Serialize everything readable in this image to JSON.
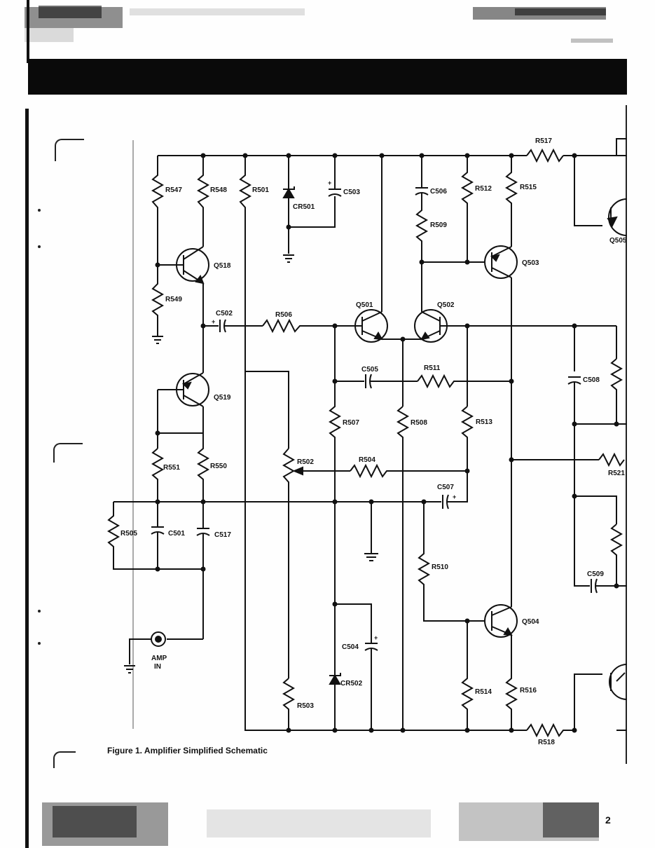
{
  "caption": "Figure 1. Amplifier Simplified Schematic",
  "page_number": "2",
  "input_label": [
    "AMP",
    "IN"
  ],
  "components": {
    "R547": "R547",
    "R548": "R548",
    "R501": "R501",
    "CR501": "CR501",
    "C503": "C503",
    "C506": "C506",
    "R509": "R509",
    "R512": "R512",
    "R515": "R515",
    "R517": "R517",
    "Q505": "Q505",
    "Q518": "Q518",
    "Q503": "Q503",
    "R549": "R549",
    "C502": "C502",
    "R506": "R506",
    "Q501": "Q501",
    "Q502": "Q502",
    "C505": "C505",
    "R511": "R511",
    "C508": "C508",
    "Q519": "Q519",
    "R507": "R507",
    "R508": "R508",
    "R513": "R513",
    "R551": "R551",
    "R550": "R550",
    "R502": "R502",
    "R504": "R504",
    "R521": "R521",
    "C507": "C507",
    "R505": "R505",
    "C501": "C501",
    "C517": "C517",
    "R510": "R510",
    "C509": "C509",
    "C504": "C504",
    "Q504": "Q504",
    "CR502": "CR502",
    "R514": "R514",
    "R516": "R516",
    "R503": "R503",
    "R518": "R518"
  },
  "colors": {
    "ink": "#111111",
    "paper": "#fefefe",
    "bar": "#0a0a0a"
  }
}
